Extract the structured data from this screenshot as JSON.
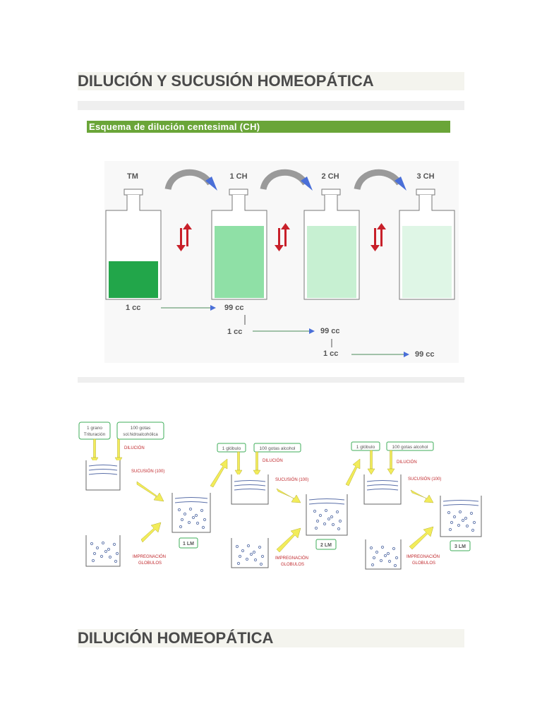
{
  "headings": {
    "main": "DILUCIÓN Y SUCUSIÓN HOMEOPÁTICA",
    "second": "DILUCIÓN HOMEOPÁTICA"
  },
  "scheme": {
    "title": "Esquema de dilución centesimal (CH)",
    "bottles": [
      "TM",
      "1 CH",
      "2 CH",
      "3 CH"
    ],
    "step1": {
      "from": "1 cc",
      "to": "99 cc"
    },
    "step2": {
      "from": "1 cc",
      "to": "99 cc"
    },
    "step3": {
      "from": "1 cc",
      "to": "99 cc"
    },
    "colors": {
      "tm": "#22a64a",
      "ch1": "#8fe0a6",
      "ch2": "#c7f0d2",
      "ch3": "#dff6e6",
      "arrow_curve": "#9a9a9a",
      "arrow_head": "#4a6fd8",
      "shake": "#c8202a"
    }
  },
  "lm": {
    "start_top": "1 grano",
    "start_bottom": "Trituración",
    "drops_top": "100 gotas",
    "drops_bottom": "sol.hidroalcohólica",
    "dilucion": "DILUCIÓN",
    "sucusion": "SUCUSIÓN (100)",
    "globulo": "1 glóbulo",
    "gotas_alcohol": "100 gotas alcohol",
    "impregnacion": "IMPREGNACIÓN",
    "globulos": "GLOBULOS",
    "results": [
      "1 LM",
      "2 LM",
      "3 LM"
    ],
    "colors": {
      "box": "#3fae5a",
      "text_red": "#c0282c",
      "arrow": "#f2ec5a"
    }
  }
}
